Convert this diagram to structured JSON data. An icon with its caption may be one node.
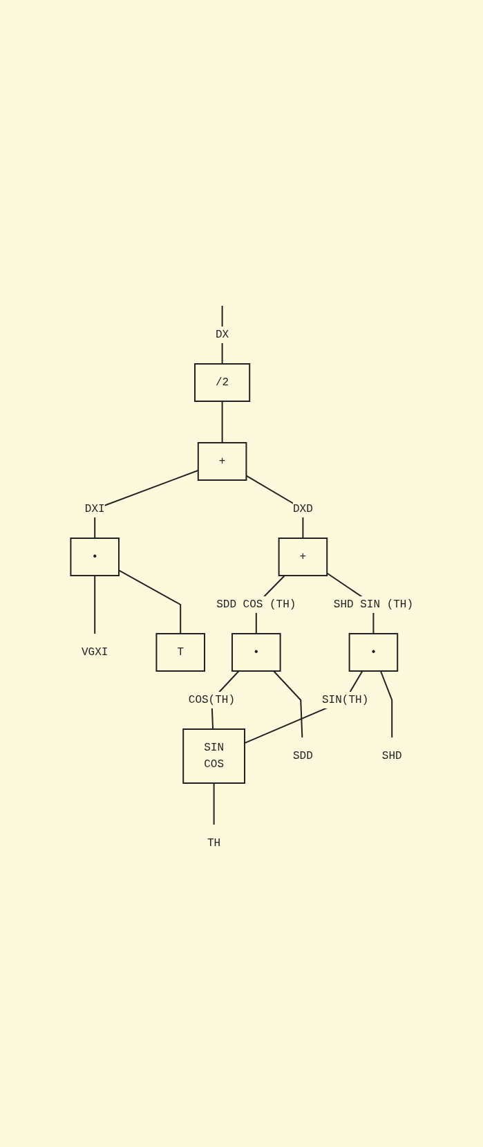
{
  "diagram": {
    "nodes": [
      {
        "text": [
          "TH"
        ]
      },
      {
        "text": [
          "SIN",
          "COS"
        ]
      },
      {
        "text": [
          "VGXI"
        ]
      },
      {
        "text": [
          "SDD"
        ]
      },
      {
        "text": [
          "SHD"
        ]
      },
      {
        "text": [
          "•"
        ]
      },
      {
        "text": [
          "•"
        ]
      },
      {
        "text": [
          "+"
        ]
      },
      {
        "text": [
          "T"
        ]
      },
      {
        "text": [
          "•"
        ]
      },
      {
        "text": [
          "+"
        ]
      },
      {
        "text": [
          "/2"
        ]
      }
    ],
    "edges": [
      {
        "from": 0,
        "to": 1,
        "arrow": "none"
      },
      {
        "from": 1,
        "to": 5,
        "arrow": "none",
        "label": "COS(TH)"
      },
      {
        "from": 1,
        "to": 6,
        "arrow": "none",
        "label": "SIN(TH)"
      },
      {
        "from": 3,
        "to": 5,
        "arrow": "none"
      },
      {
        "from": 4,
        "to": 6,
        "arrow": "none"
      },
      {
        "from": 5,
        "to": 7,
        "arrow": "none",
        "label": "SDD COS (TH)"
      },
      {
        "from": 6,
        "to": 7,
        "arrow": "none",
        "label": "SHD SIN (TH)"
      },
      {
        "from": 2,
        "to": 9,
        "arrow": "none"
      },
      {
        "from": 8,
        "to": 9,
        "arrow": "none"
      },
      {
        "from": 9,
        "to": 10,
        "arrow": "none",
        "label": "DXI"
      },
      {
        "from": 7,
        "to": 10,
        "arrow": "none",
        "label": "DXD"
      },
      {
        "from": 10,
        "to": 11,
        "arrow": "none"
      },
      {
        "from": 11,
        "to": null,
        "arrow": "none",
        "label": "DX"
      }
    ]
  }
}
